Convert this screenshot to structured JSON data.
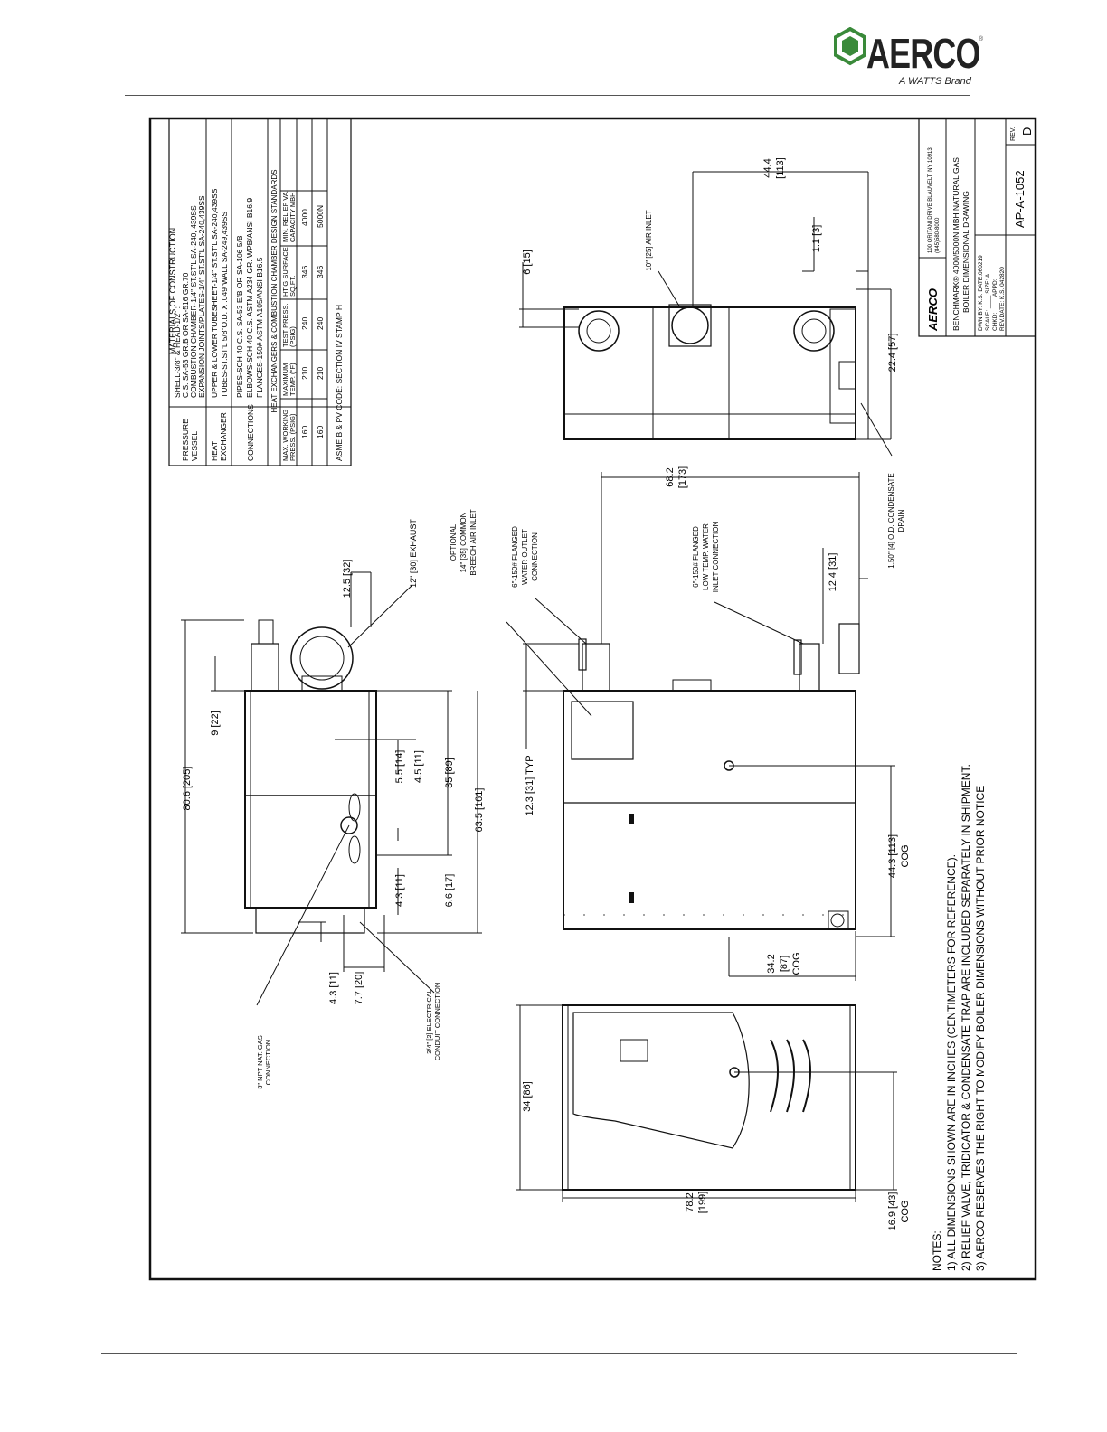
{
  "logo": {
    "wordmark": "AERCO",
    "tagline": "A WATTS Brand",
    "mark": "®"
  },
  "materials": {
    "title": "MATERIALS OF CONSTRUCTION",
    "pv_label": [
      "PRESSURE",
      "VESSEL"
    ],
    "pv_lines": [
      "SHELL-3/8\" & HEAD-1/2\" :",
      "C.S. SA-53 GR.B OR SA-516 GR.70",
      "COMBUSTION CHAMBER-1/4\" ST.ST'L SA-240, 439SS",
      "EXPANSION JOINTS/PLATES-1/4\" ST.ST'L SA-240,439SS"
    ],
    "hx_label": [
      "HEAT",
      "EXCHANGER"
    ],
    "hx_lines": [
      "UPPER & LOWER TUBESHEET-1/4\" ST.ST'L SA-240,439SS",
      "TUBES-ST.ST'L 5/8\"O.D. X .049\"WALL SA-249,439SS"
    ],
    "conn_label": "CONNECTIONS",
    "conn_lines": [
      "PIPES-SCH 40 C.S. SA-53 E/B OR SA-106 5/B",
      "ELBOWS-SCH 40 C.S. ASTM A234 GR. WPB/ANSI B16.9",
      "FLANGES-150# ASTM A105/ANSI B16.5"
    ],
    "std_title": "HEAT EXCHANGERS & COMBUSTION CHAMBER DESIGN STANDARDS",
    "headers": [
      [
        "MAX. WORKING",
        "PRESS. (PSIG)"
      ],
      [
        "MAXIMUM",
        "TEMP. (°F)"
      ],
      [
        "TEST PRESS.",
        "(PSIG)"
      ],
      [
        "HT'G SURFACE",
        "SQ.FT."
      ],
      [
        "MIN. RELIEF VA.",
        "CAPACITY MBH"
      ]
    ],
    "rows": [
      [
        "160",
        "210",
        "240",
        "346",
        "4000"
      ],
      [
        "160",
        "210",
        "240",
        "346",
        "5000N"
      ]
    ],
    "code": "ASME B & PV CODE: SECTION IV STAMP H"
  },
  "title_block": {
    "address": [
      "100 ORITANI DRIVE BLAUVELT, NY 10913",
      "(845)580-8000"
    ],
    "title": [
      "BENCHMARK® 4000/5000N MBH NATURAL GAS",
      "BOILER DIMENSIONAL DRAWING"
    ],
    "info": [
      "DWN.BY: K.S. DATE:060219",
      "SCALE: ____ SIZE: A",
      "CHKD: ____ APPD: ____",
      "REV.DATE: K.S. 042820"
    ],
    "dwg_no": "AP-A-1052",
    "rev_label": "REV.",
    "rev": "D"
  },
  "dims": {
    "top_80_6": "80.6 [205]",
    "top_9": "9 [22]",
    "top_12_5": "12.5 [32]",
    "exhaust": "12\" [30] EXHAUST",
    "top_5_5": "5.5 [14]",
    "top_4_5": "4.5 [11]",
    "top_35": "35 [89]",
    "top_63_5": "63.5 [161]",
    "top_4_3a": "4.3 [11]",
    "top_6_6": "6.6 [17]",
    "top_4_3b": "4.3 [11]",
    "top_7_7": "7.7 [20]",
    "gas_conn": [
      "3\" NPT NAT. GAS",
      "CONNECTION"
    ],
    "elec_conn": [
      "3/4\" [2] ELECTRICAL",
      "CONDUIT CONNECTION"
    ],
    "breech": [
      "OPTIONAL",
      "14\" [35] COMMON",
      "BREECH AIR INLET"
    ],
    "outlet": [
      "6\"-150# FLANGED",
      "WATER OUTLET",
      "CONNECTION"
    ],
    "inlet": [
      "6\"-150# FLANGED",
      "LOW TEMP. WATER",
      "INLET CONNECTION"
    ],
    "side_68_2": "68.2",
    "side_173": "[173]",
    "side_12_4": "12.4 [31]",
    "side_12_3": "12.3 [31] TYP",
    "side_44_3": "44.3 [113]",
    "side_44_3_cog": "COG",
    "side_34_2": "34.2",
    "side_87": "[87]",
    "side_cog": "COG",
    "drain": [
      "1.50\" [4] O.D. CONDENSATE",
      "DRAIN"
    ],
    "rear_6": "6 [15]",
    "air_inlet": "10\" [25] AIR INLET",
    "rear_44_4": "44.4",
    "rear_113": "[113]",
    "rear_1_1": "1.1 [3]",
    "rear_22_4": "22.4 [57]",
    "front_34": "34 [86]",
    "front_78_2": "78.2",
    "front_199": "[199]",
    "front_16_9": "16.9 [43]",
    "front_cog": "COG"
  },
  "notes": {
    "title": "NOTES:",
    "lines": [
      "1) ALL DIMENSIONS SHOWN ARE IN INCHES (CENTIMETERS FOR REFERENCE).",
      "2) RELIEF VALVE, TRIDICATOR & CONDENSATE TRAP ARE INCLUDED SEPARATELY IN SHIPMENT.",
      "3) AERCO RESERVES THE RIGHT TO MODIFY BOILER DIMENSIONS WITHOUT PRIOR NOTICE"
    ]
  }
}
